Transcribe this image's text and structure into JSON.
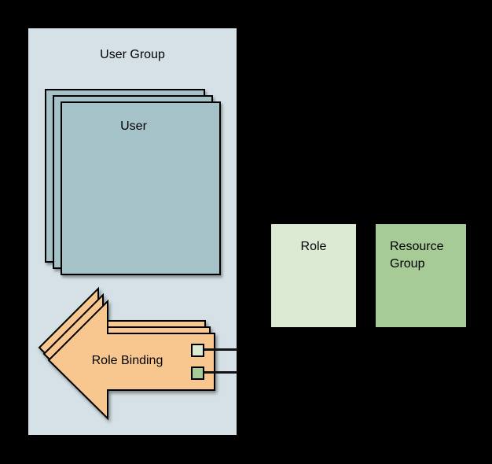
{
  "diagram": {
    "user_group_label": "User Group",
    "user_label": "User",
    "role_binding_label": "Role Binding",
    "role_label": "Role",
    "resource_group_label": "Resource Group"
  },
  "colors": {
    "canvas_bg": "#000000",
    "user_group_bg": "#d5e1e6",
    "user_square": "#a4c2c7",
    "arrow_fill": "#f8c790",
    "pale_green": "#dcead4",
    "mid_green": "#a6cb97",
    "stroke": "#000000",
    "connector": "#141414",
    "text": "#000000"
  }
}
